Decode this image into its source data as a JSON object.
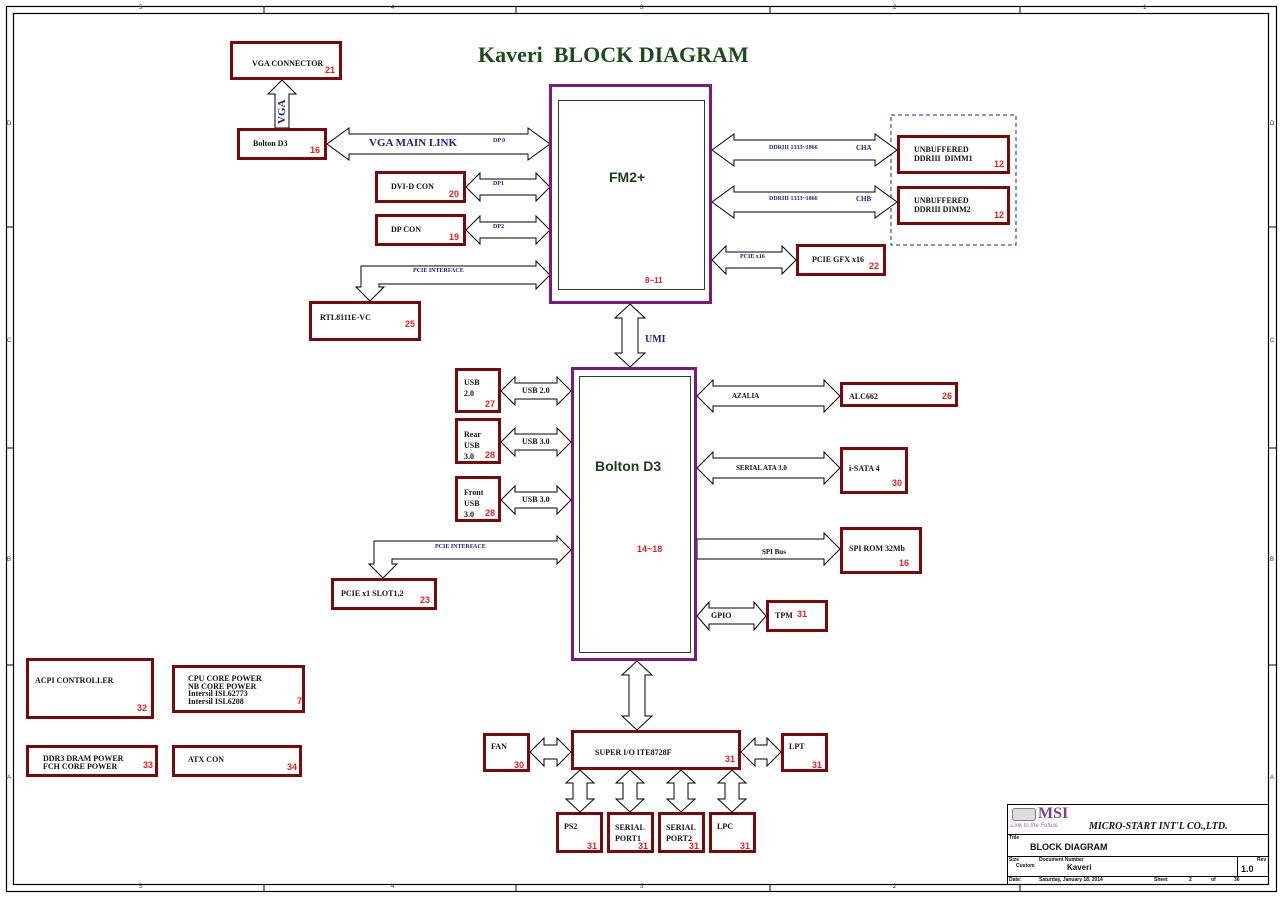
{
  "title": "Kaveri  BLOCK DIAGRAM",
  "colors": {
    "block_border": "#7a0a0a",
    "chip_border": "#7b1a7b",
    "page_ref": "#e02020",
    "signal_label": "#1a237e",
    "title": "#1b4d1b"
  },
  "chips": {
    "cpu": {
      "name": "FM2+",
      "pages": "8~11"
    },
    "fch": {
      "name": "Bolton D3",
      "pages": "14~18"
    }
  },
  "blocks": {
    "vga_connector": {
      "label": "VGA CONNECTOR",
      "page": "21"
    },
    "bolton_vga": {
      "label": "Bolton D3",
      "page": "16"
    },
    "dvi": {
      "label": "DVI-D CON",
      "page": "20"
    },
    "dp": {
      "label": "DP CON",
      "page": "19"
    },
    "rtl": {
      "label": "RTL8111E-VC",
      "page": "25"
    },
    "dimm1": {
      "label": "UNBUFFERED\nDDRIII  DIMM1",
      "page": "12"
    },
    "dimm2": {
      "label": "UNBUFFERED\nDDRIII DIMM2",
      "page": "12"
    },
    "pcie_gfx": {
      "label": "PCIE GFX x16",
      "page": "22"
    },
    "usb20": {
      "label": "USB\n2.0",
      "page": "27"
    },
    "rear_usb30": {
      "label": "Rear\nUSB\n3.0",
      "page": "28"
    },
    "front_usb30": {
      "label": "Front\nUSB\n3.0",
      "page": "28"
    },
    "pcie_x1": {
      "label": "PCIE x1 SLOT1,2",
      "page": "23"
    },
    "alc662": {
      "label": "ALC662",
      "page": "26"
    },
    "isata": {
      "label": "i-SATA 4",
      "page": "30"
    },
    "spirom": {
      "label": "SPI ROM 32Mb",
      "page": "16"
    },
    "tpm": {
      "label": "TPM",
      "page": "31"
    },
    "acpi": {
      "label": "ACPI CONTROLLER",
      "page": "32"
    },
    "cpu_power": {
      "label": "CPU CORE POWER\nNB CORE POWER\nIntersil ISL62773\nIntersil ISL6208",
      "page": "7"
    },
    "ddr3_power": {
      "label": "DDR3 DRAM POWER\nFCH CORE POWER",
      "page": "33"
    },
    "atx": {
      "label": "ATX CON",
      "page": "34"
    },
    "superio": {
      "label": "SUPER I/O ITE8728F",
      "page": "31"
    },
    "fan": {
      "label": "FAN",
      "page": "30"
    },
    "lpt": {
      "label": "LPT",
      "page": "31"
    },
    "ps2": {
      "label": "PS2",
      "page": "31"
    },
    "serial1": {
      "label": "SERIAL\nPORT1",
      "page": "31"
    },
    "serial2": {
      "label": "SERIAL\nPORT2",
      "page": "31"
    },
    "lpc": {
      "label": "LPC",
      "page": "31"
    }
  },
  "signals": {
    "vga": "VGA",
    "vga_main_link": "VGA MAIN LINK",
    "dp0": "DP 0",
    "dp1": "DP1",
    "dp2": "DP2",
    "pcie_if_cpu": "PCIE INTERFACE",
    "ddr_cha": "DDRIII 1333~1866",
    "cha": "CHA",
    "ddr_chb": "DDRIII 1333~1866",
    "chb": "CHB",
    "pcie_x16": "PCIE x16",
    "umi": "UMI",
    "usb20": "USB 2.0",
    "usb30_rear": "USB 3.0",
    "usb30_front": "USB 3.0",
    "pcie_if_fch": "PCIE INTERFACE",
    "azalia": "AZALIA",
    "sata": "SERIAL ATA 3.0",
    "spi": "SPI Bus",
    "gpio": "GPIO"
  },
  "zones": {
    "columns": [
      "5",
      "4",
      "3",
      "2",
      "1"
    ],
    "rows": [
      "D",
      "C",
      "B",
      "A"
    ]
  },
  "title_block": {
    "logo": "MSI",
    "tagline": "Link to the Future",
    "company": "MICRO-START INT'L CO.,LTD.",
    "title_label": "Title",
    "title": "BLOCK DIAGRAM",
    "size_label": "Size",
    "size": "Custom",
    "docnum_label": "Document Number",
    "docnum": "Kaveri",
    "rev_label": "Rev",
    "rev": "1.0",
    "date_label": "Date:",
    "date": "Saturday, January 18, 2014",
    "sheet_label": "Sheet",
    "sheet": "2",
    "of_label": "of",
    "total": "36"
  }
}
